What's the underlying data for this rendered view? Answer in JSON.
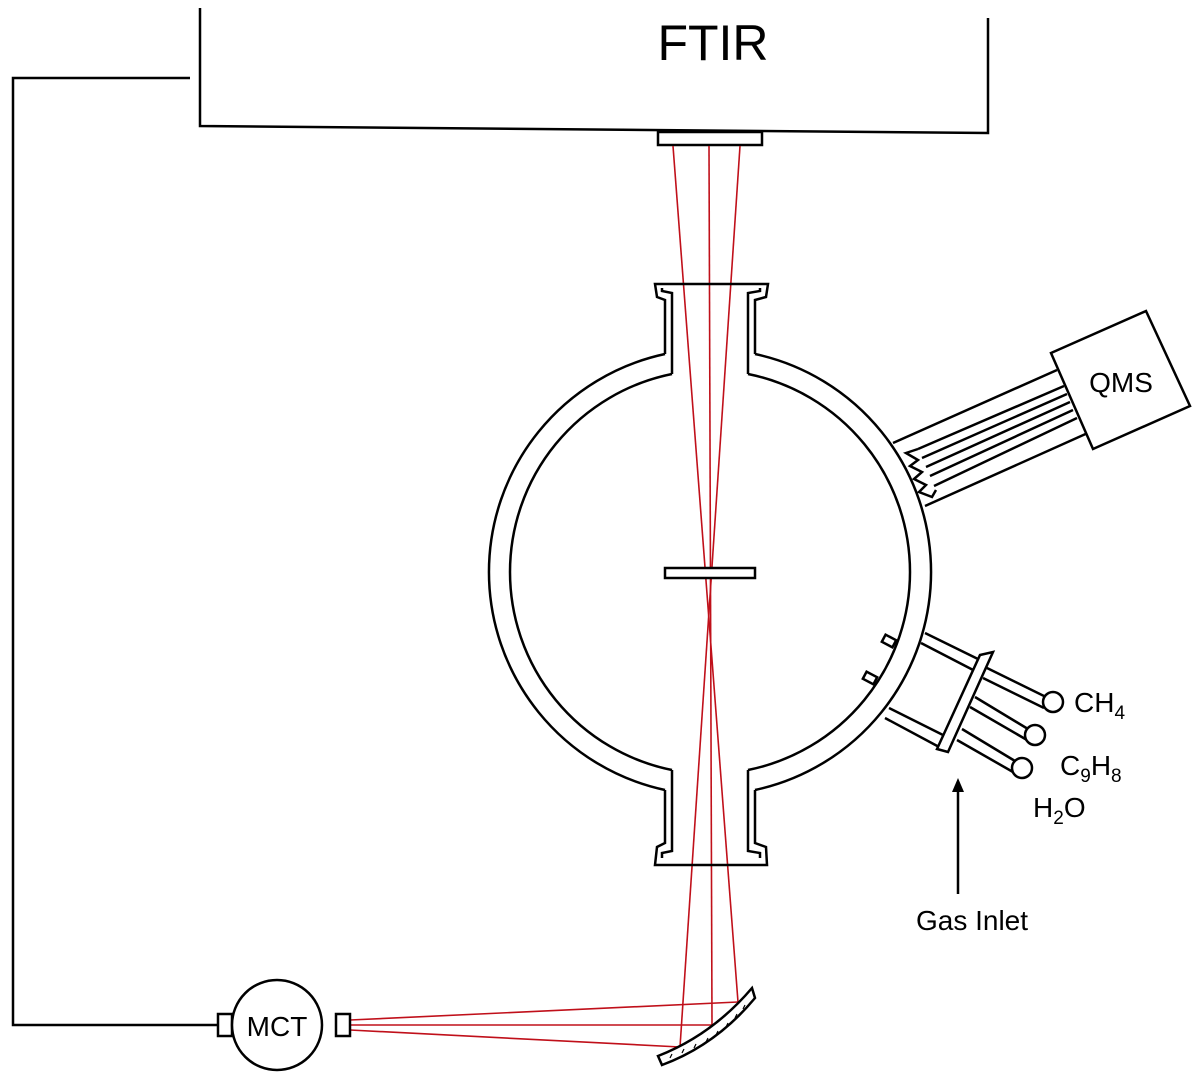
{
  "labels": {
    "ftir": "FTIR",
    "qms": "QMS",
    "mct": "MCT",
    "gas_inlet": "Gas Inlet",
    "gases": [
      {
        "main": "CH",
        "sub": "4",
        "tail": ""
      },
      {
        "main": "C",
        "sub": "9",
        "tail": "H",
        "sub2": "8"
      },
      {
        "main": "H",
        "sub": "2",
        "tail": "O"
      }
    ]
  },
  "colors": {
    "ir_beam": "#c0101a",
    "outline": "#000000"
  },
  "components": [
    "FTIR spectrometer",
    "Vacuum chamber",
    "Sample substrate",
    "QMS",
    "Gas inlet manifold",
    "Focusing mirror",
    "MCT detector"
  ]
}
